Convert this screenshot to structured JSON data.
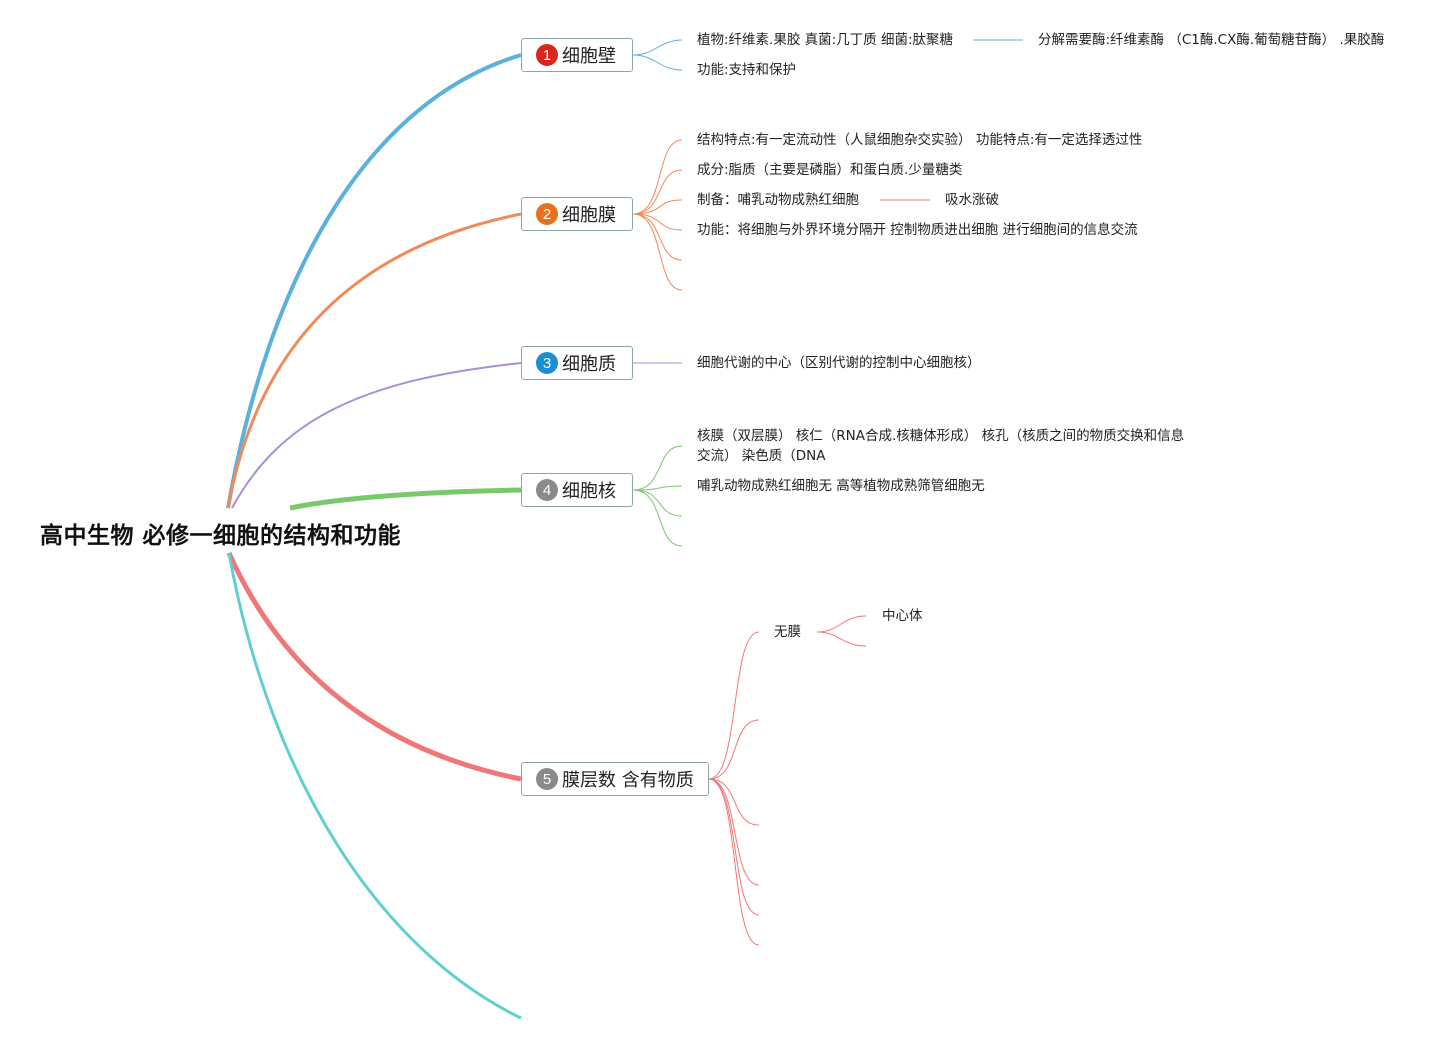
{
  "root": {
    "title": "高中生物 必修一细胞的结构和功能"
  },
  "branches": [
    {
      "id": "cell-wall",
      "marker": "1",
      "marker_color": "#d9261c",
      "label": "细胞壁",
      "line_color": "#5bb1de",
      "leaves": [
        "植物:纤维素.果胶 真菌:几丁质 细菌:肽聚糖",
        "功能:支持和保护"
      ],
      "subleaf": "分解需要酶:纤维素酶 （C1酶.CX酶.葡萄糖苷酶） .果胶酶"
    },
    {
      "id": "cell-membrane",
      "marker": "2",
      "marker_color": "#e8711f",
      "label": "细胞膜",
      "line_color": "#ef8b59",
      "leaves": [
        "结构特点:有一定流动性（人鼠细胞杂交实验） 功能特点:有一定选择透过性",
        "成分:脂质（主要是磷脂）和蛋白质.少量糖类",
        "制备：哺乳动物成熟红细胞",
        "功能：将细胞与外界环境分隔开 控制物质进出细胞 进行细胞间的信息交流"
      ],
      "subleaf": "吸水涨破"
    },
    {
      "id": "cytoplasm",
      "marker": "3",
      "marker_color": "#1c8fd4",
      "label": "细胞质",
      "line_color": "#a98ddb",
      "leaves": [
        "细胞代谢的中心（区别代谢的控制中心细胞核）"
      ]
    },
    {
      "id": "nucleus",
      "marker": "4",
      "marker_color": "#8a8a8a",
      "label": "细胞核",
      "line_color": "#79c96a",
      "leaves": [
        "核膜（双层膜） 核仁（RNA合成.核糖体形成） 核孔（核质之间的物质交换和信息交流） 染色质（DNA",
        "哺乳动物成熟红细胞无 高等植物成熟筛管细胞无"
      ]
    },
    {
      "id": "membrane-layers",
      "marker": "5",
      "marker_color": "#8a8a8a",
      "label": "膜层数 含有物质",
      "line_color": "#ef7777",
      "leaves": [
        "无膜"
      ],
      "subleaf": "中心体"
    },
    {
      "id": "sixth",
      "line_color": "#5fcfcf"
    }
  ]
}
